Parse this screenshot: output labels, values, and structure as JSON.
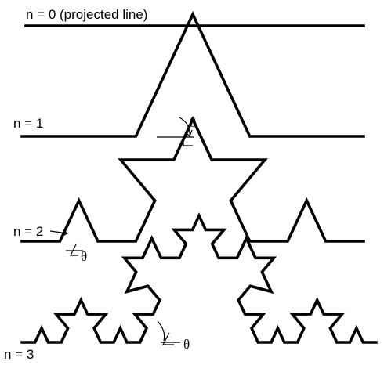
{
  "diagram": {
    "iterations": [
      {
        "label": "n = 0 (projected line)",
        "order": 0
      },
      {
        "label": "n = 1",
        "order": 1,
        "angle_symbol": "θ"
      },
      {
        "label": "n = 2",
        "order": 2,
        "angle_symbol": "θ"
      },
      {
        "label": "n = 3",
        "order": 3,
        "angle_symbol": "θ"
      }
    ]
  }
}
